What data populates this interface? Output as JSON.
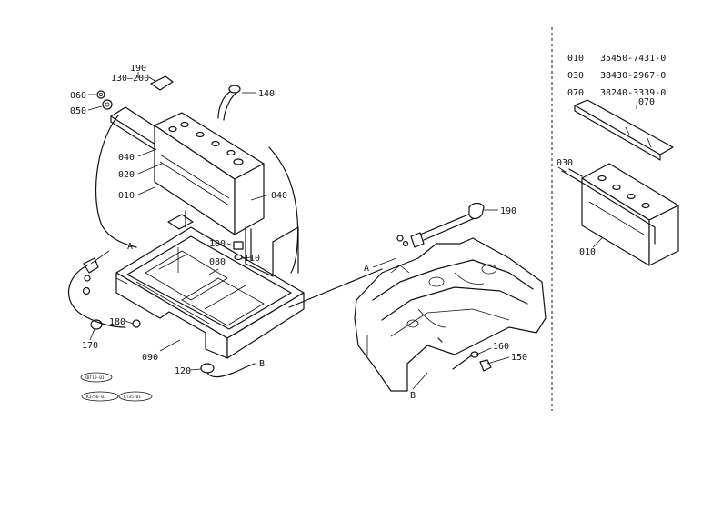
{
  "callouts": {
    "c190_top": "190",
    "c130_200": "130—200",
    "c060": "060",
    "c050": "050",
    "c140": "140",
    "c040_left": "040",
    "c020": "020",
    "c010": "010",
    "c040_right": "040",
    "c100": "100",
    "c110": "110",
    "c080": "080",
    "c180": "180",
    "c170": "170",
    "c090": "090",
    "c120": "120",
    "c190_right": "190",
    "c160": "160",
    "c150": "150",
    "c070_inset": "070",
    "c030_inset": "030",
    "c010_inset": "010"
  },
  "refs": {
    "a_left": "A",
    "a_right": "A",
    "b_lower": "B",
    "b_right": "B"
  },
  "stamps": {
    "s1": "KBT19-01",
    "s2": "K3756-01",
    "s3": "KT35-01"
  },
  "parts_list": [
    {
      "code": "010",
      "part_no": "35450-7431-0"
    },
    {
      "code": "030",
      "part_no": "38430-2967-0"
    },
    {
      "code": "070",
      "part_no": "38240-3339-0"
    }
  ]
}
